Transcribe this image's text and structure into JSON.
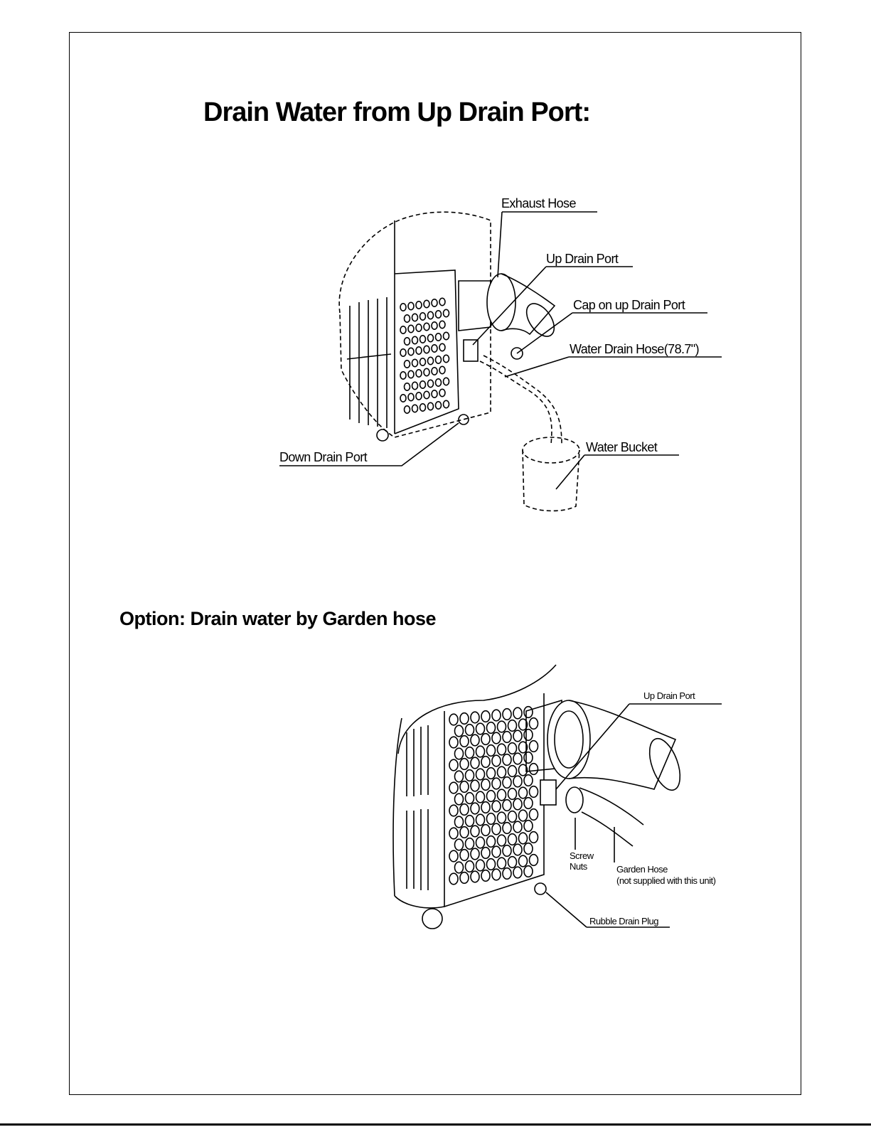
{
  "headings": {
    "up_drain": "Drain Water from Up Drain Port:",
    "garden": "Option: Drain water by Garden hose"
  },
  "diagram1": {
    "labels": {
      "exhaust_hose": "Exhaust Hose",
      "up_drain_port": "Up Drain Port",
      "cap": "Cap on up Drain Port",
      "water_drain_hose": "Water Drain Hose(78.7\")",
      "water_bucket": "Water Bucket",
      "down_drain_port": "Down Drain Port"
    }
  },
  "diagram2": {
    "labels": {
      "up_drain_port": "Up Drain Port",
      "screw_nuts_1": "Screw",
      "screw_nuts_2": "Nuts",
      "garden_hose_1": "Garden Hose",
      "garden_hose_2": "(not supplied with this unit)",
      "rubble_drain_plug": "Rubble Drain Plug"
    }
  }
}
